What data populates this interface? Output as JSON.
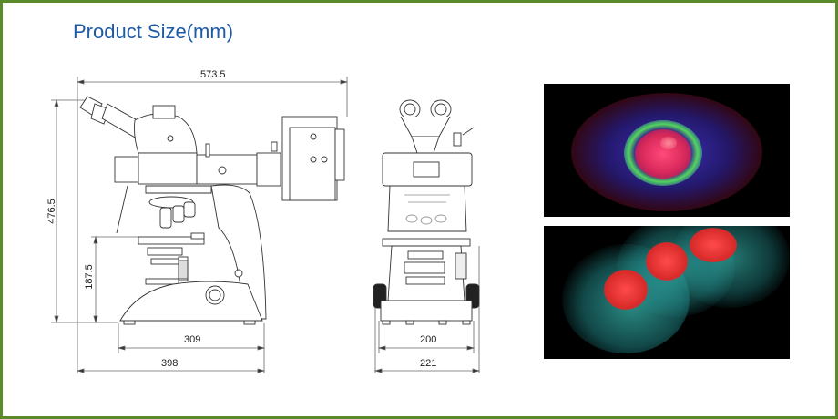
{
  "header": {
    "title": "Product Size(mm)"
  },
  "side_view": {
    "dimensions": {
      "overall_width": "573.5",
      "overall_height": "476.5",
      "stage_height": "187.5",
      "base_width": "309",
      "footprint_width": "398"
    }
  },
  "front_view": {
    "dimensions": {
      "base_width": "200",
      "footprint_width": "221"
    }
  },
  "images": [
    {
      "name": "fluorescence-cell-image-1",
      "description": "single cell: red nuclei, green perinuclear ring, blue/red cytoskeleton"
    },
    {
      "name": "fluorescence-cell-image-2",
      "description": "three cells: red nuclei with cyan microtubule network"
    }
  ],
  "colors": {
    "frame_border": "#5a8a2a",
    "title": "#1f5aa6",
    "line": "#444444"
  }
}
